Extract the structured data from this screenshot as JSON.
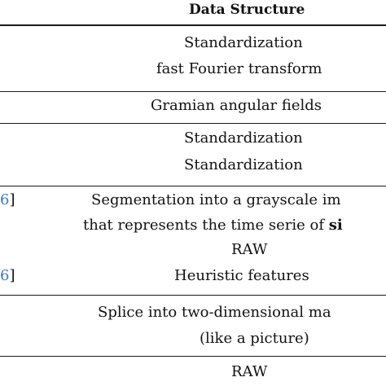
{
  "table": {
    "header": "Data Structure",
    "rows": [
      {
        "lines": [
          "Standardization",
          "fast Fourier transform"
        ]
      },
      {
        "lines": [
          "Gramian angular fields"
        ]
      },
      {
        "lines": [
          "Standardization",
          "Standardization"
        ]
      },
      {
        "ref_top": {
          "num": "6",
          "bracket": "]"
        },
        "ref_bottom": {
          "num": "6",
          "bracket": "]"
        },
        "lines": [
          "Segmentation into a grayscale im",
          "that represents the time serie of ",
          "RAW",
          "Heuristic features"
        ],
        "line2_tail": "si"
      },
      {
        "lines": [
          "Splice into two-dimensional ma",
          "(like a picture)"
        ]
      },
      {
        "lines": [
          "RAW"
        ]
      }
    ]
  }
}
